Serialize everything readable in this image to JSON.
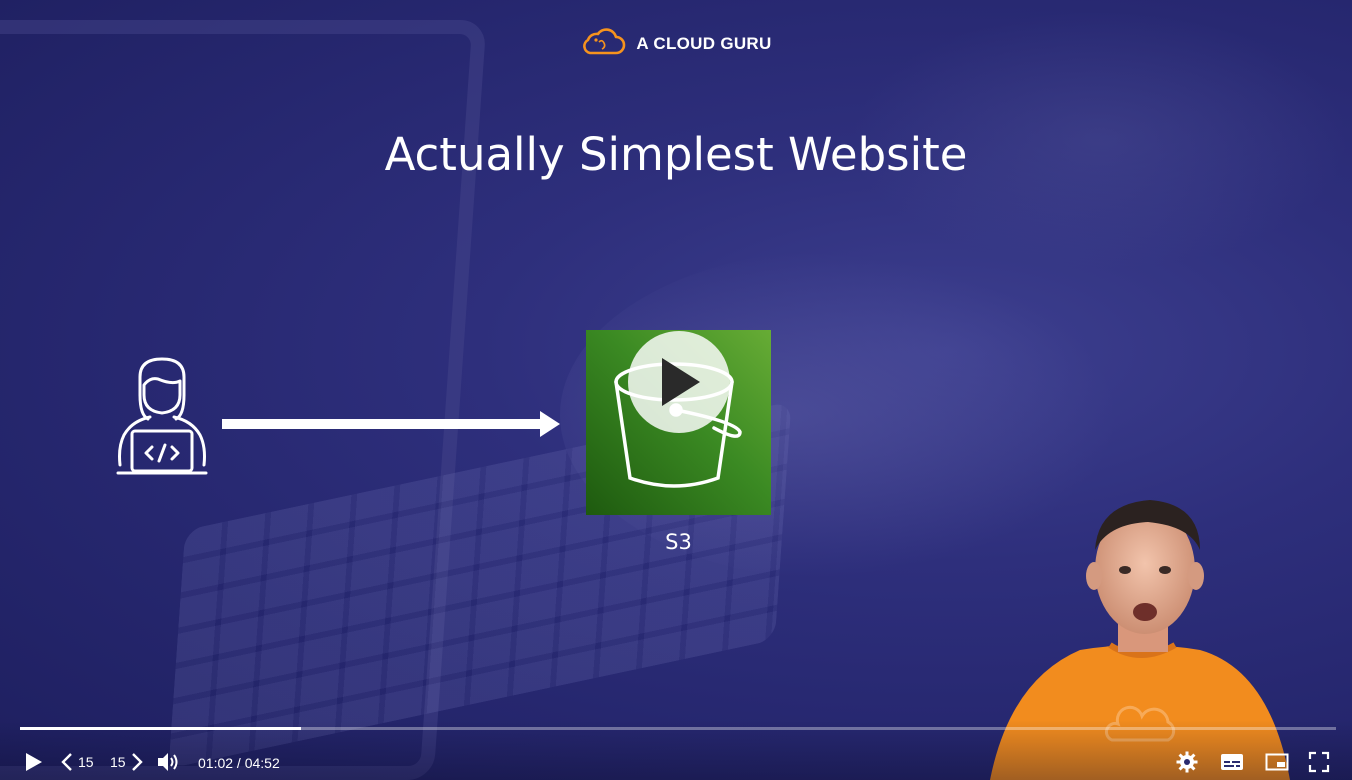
{
  "brand": {
    "name": "A CLOUD GURU",
    "logo_icon": "cloud-logo-icon",
    "accent": "#f6931e"
  },
  "slide": {
    "title": "Actually Simplest Website",
    "developer_icon": "developer-laptop-icon",
    "arrow_icon": "arrow-right-icon",
    "service_icon": "s3-bucket-icon",
    "service_label": "S3",
    "service_color": "#3b8a23"
  },
  "player": {
    "big_play_icon": "play-icon",
    "progress": 0.2137,
    "controls": {
      "play_icon": "play-icon",
      "rewind_icon": "chevron-left-icon",
      "rewind_label": "15",
      "forward_icon": "chevron-right-icon",
      "forward_label": "15",
      "volume_icon": "volume-icon",
      "current_time": "01:02",
      "duration": "04:52",
      "time_display": "01:02 / 04:52",
      "settings_icon": "gear-icon",
      "captions_icon": "captions-icon",
      "pip_icon": "picture-in-picture-icon",
      "fullscreen_icon": "fullscreen-icon"
    }
  }
}
